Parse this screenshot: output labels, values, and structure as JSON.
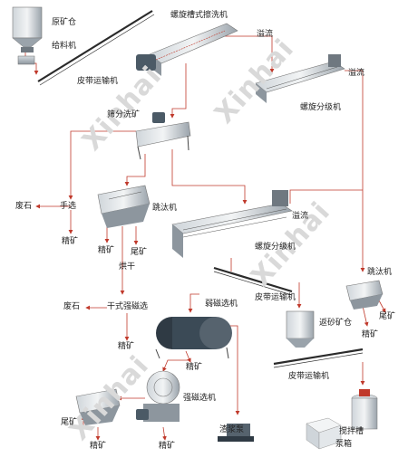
{
  "watermark": {
    "brand": "Xinhai"
  },
  "colors": {
    "flow_line": "#c0392b",
    "machine_gray": "#a9b1b8",
    "machine_dark": "#6f7880",
    "belt": "#2b2b2b"
  },
  "labels": {
    "raw_ore_bin": "原矿仓",
    "feeder": "给料机",
    "belt_conveyor_1": "皮带运输机",
    "spiral_log_washer": "螺旋槽式擦洗机",
    "overflow_1": "溢流",
    "overflow_2": "溢流",
    "spiral_classifier_1": "螺旋分级机",
    "screen_washer": "筛分洗矿",
    "waste_rock_1": "废石",
    "hand_sorting": "手选",
    "concentrate_1": "精矿",
    "jig_1": "跳汰机",
    "concentrate_2": "精矿",
    "tailings_1": "尾矿",
    "overflow_3": "溢流",
    "spiral_classifier_2": "螺旋分级机",
    "drying": "烘干",
    "waste_rock_2": "废石",
    "dry_magnetic": "干式强磁选",
    "concentrate_3": "精矿",
    "jig_2": "跳汰机",
    "belt_conveyor_2": "皮带运输机",
    "weak_magnetic": "弱磁选机",
    "tailings_2": "尾矿",
    "return_sand_bin": "返砂矿仓",
    "concentrate_4": "精矿",
    "concentrate_5": "精矿",
    "belt_conveyor_3": "皮带运输机",
    "strong_magnetic": "强磁选机",
    "tailings_3": "尾矿",
    "concentrate_6": "精矿",
    "concentrate_7": "精矿",
    "slurry_pump": "渣浆泵",
    "agitation_tank": "搅拌槽",
    "pump_box": "泵箱"
  }
}
